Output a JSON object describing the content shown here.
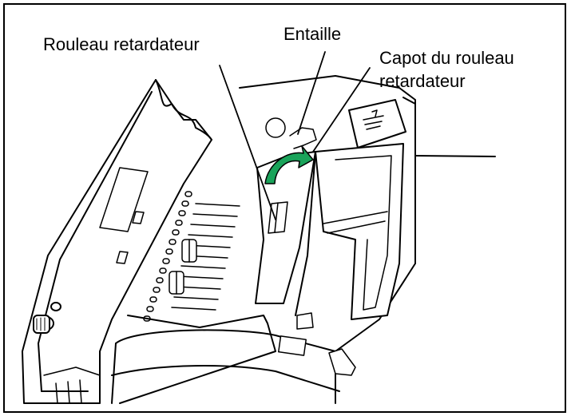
{
  "labels": {
    "roller": "Rouleau retardateur",
    "notch": "Entaille",
    "cover_line1": "Capot du rouleau",
    "cover_line2": "retardateur"
  },
  "colors": {
    "arrow": "#1aa35a",
    "line": "#000000",
    "background": "#ffffff"
  },
  "icons": {
    "rotation_arrow": "curved-arrow-icon",
    "guide_mark": "paper-guide-icon"
  }
}
